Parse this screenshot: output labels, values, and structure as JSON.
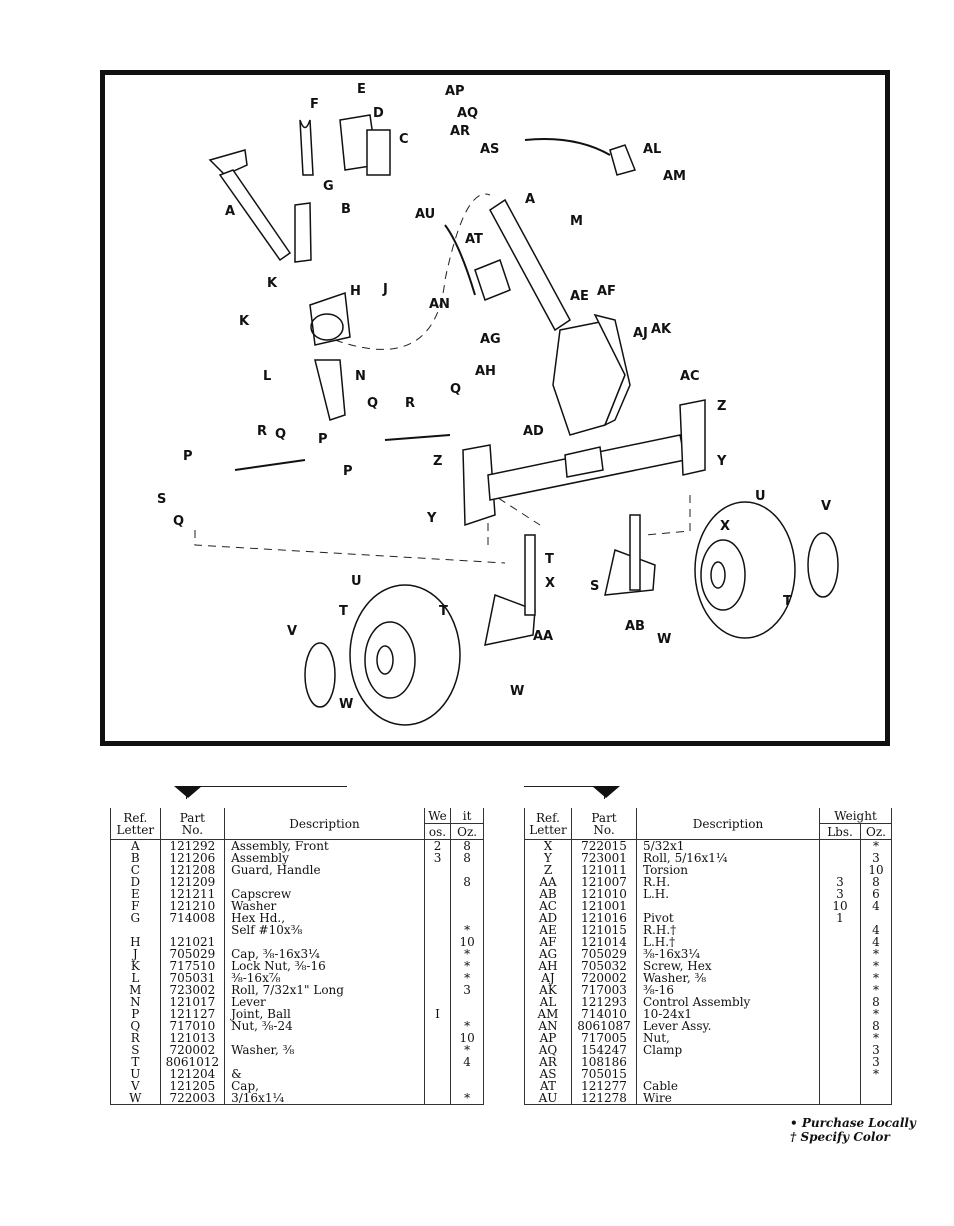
{
  "figure": {
    "callouts": [
      "A",
      "B",
      "C",
      "D",
      "E",
      "F",
      "G",
      "H",
      "J",
      "K",
      "K",
      "L",
      "M",
      "N",
      "P",
      "P",
      "P",
      "Q",
      "Q",
      "Q",
      "Q",
      "R",
      "R",
      "S",
      "S",
      "T",
      "T",
      "T",
      "T",
      "U",
      "U",
      "V",
      "V",
      "W",
      "W",
      "W",
      "X",
      "X",
      "Y",
      "Y",
      "Z",
      "Z",
      "AA",
      "AB",
      "AC",
      "AD",
      "AE",
      "AF",
      "AG",
      "AH",
      "AJ",
      "AK",
      "AL",
      "AM",
      "AN",
      "AP",
      "AQ",
      "AR",
      "AS",
      "AT",
      "AU",
      "A"
    ]
  },
  "left_table": {
    "headers": {
      "ref": "Ref.\nLetter",
      "part": "Part\nNo.",
      "description": "Description",
      "weight": "We",
      "lbs": "os.",
      "oz": "Oz.",
      "weight_partial": "it"
    },
    "rows": [
      {
        "ref": "A",
        "part": "121292",
        "desc": "Assembly, Front",
        "lbs": "2",
        "oz": "8"
      },
      {
        "ref": "B",
        "part": "121206",
        "desc": "Assembly",
        "lbs": "3",
        "oz": "8"
      },
      {
        "ref": "C",
        "part": "121208",
        "desc": "Guard, Handle",
        "lbs": "",
        "oz": ""
      },
      {
        "ref": "D",
        "part": "121209",
        "desc": "",
        "lbs": "",
        "oz": "8"
      },
      {
        "ref": "E",
        "part": "121211",
        "desc": "Capscrew",
        "lbs": "",
        "oz": ""
      },
      {
        "ref": "F",
        "part": "121210",
        "desc": "Washer",
        "lbs": "",
        "oz": ""
      },
      {
        "ref": "G",
        "part": "714008",
        "desc": "Hex Hd.,",
        "lbs": "",
        "oz": ""
      },
      {
        "ref": "",
        "part": "",
        "desc": "Self     #10x⅜",
        "lbs": "",
        "oz": "*"
      },
      {
        "ref": "H",
        "part": "121021",
        "desc": "",
        "lbs": "",
        "oz": "10"
      },
      {
        "ref": "J",
        "part": "705029",
        "desc": "Cap, ⅜-16x3¼",
        "lbs": "",
        "oz": "*"
      },
      {
        "ref": "K",
        "part": "717510",
        "desc": "Lock Nut,     ⅜-16",
        "lbs": "",
        "oz": "*"
      },
      {
        "ref": "L",
        "part": "705031",
        "desc": "⅜-16x⅞",
        "lbs": "",
        "oz": "*"
      },
      {
        "ref": "M",
        "part": "723002",
        "desc": "Roll, 7/32x1\" Long",
        "lbs": "",
        "oz": "3"
      },
      {
        "ref": "N",
        "part": "121017",
        "desc": "Lever",
        "lbs": "",
        "oz": ""
      },
      {
        "ref": "P",
        "part": "121127",
        "desc": "Joint, Ball",
        "lbs": "I",
        "oz": ""
      },
      {
        "ref": "Q",
        "part": "717010",
        "desc": "Nut,          ⅜-24",
        "lbs": "",
        "oz": "*"
      },
      {
        "ref": "R",
        "part": "121013",
        "desc": "",
        "lbs": "",
        "oz": "10"
      },
      {
        "ref": "S",
        "part": "720002",
        "desc": "Washer, ⅜",
        "lbs": "",
        "oz": "*"
      },
      {
        "ref": "T",
        "part": "8061012",
        "desc": "",
        "lbs": "",
        "oz": "4"
      },
      {
        "ref": "U",
        "part": "121204",
        "desc": "&",
        "lbs": "",
        "oz": ""
      },
      {
        "ref": "V",
        "part": "121205",
        "desc": "Cap,",
        "lbs": "",
        "oz": ""
      },
      {
        "ref": "W",
        "part": "722003",
        "desc": "3/16x1¼",
        "lbs": "",
        "oz": "*"
      }
    ]
  },
  "right_table": {
    "headers": {
      "ref": "Ref.\nLetter",
      "part": "Part\nNo.",
      "description": "Description",
      "weight": "Weight",
      "lbs": "Lbs.",
      "oz": "Oz."
    },
    "rows": [
      {
        "ref": "X",
        "part": "722015",
        "desc": "5/32x1",
        "lbs": "",
        "oz": "*"
      },
      {
        "ref": "Y",
        "part": "723001",
        "desc": "Roll, 5/16x1¼",
        "lbs": "",
        "oz": "3"
      },
      {
        "ref": "Z",
        "part": "121011",
        "desc": "Torsion",
        "lbs": "",
        "oz": "10"
      },
      {
        "ref": "AA",
        "part": "121007",
        "desc": "R.H.",
        "lbs": "3",
        "oz": "8"
      },
      {
        "ref": "AB",
        "part": "121010",
        "desc": "L.H.",
        "lbs": "3",
        "oz": "6"
      },
      {
        "ref": "AC",
        "part": "121001",
        "desc": "",
        "lbs": "10",
        "oz": "4"
      },
      {
        "ref": "AD",
        "part": "121016",
        "desc": "Pivot",
        "lbs": "1",
        "oz": ""
      },
      {
        "ref": "AE",
        "part": "121015",
        "desc": "R.H.†",
        "lbs": "",
        "oz": "4"
      },
      {
        "ref": "AF",
        "part": "121014",
        "desc": "L.H.†",
        "lbs": "",
        "oz": "4"
      },
      {
        "ref": "AG",
        "part": "705029",
        "desc": "⅜-16x3¼",
        "lbs": "",
        "oz": "*"
      },
      {
        "ref": "AH",
        "part": "705032",
        "desc": "Screw, Hex",
        "lbs": "",
        "oz": "*"
      },
      {
        "ref": "AJ",
        "part": "720002",
        "desc": "Washer, ⅜",
        "lbs": "",
        "oz": "*"
      },
      {
        "ref": "AK",
        "part": "717003",
        "desc": "⅜-16",
        "lbs": "",
        "oz": "*"
      },
      {
        "ref": "AL",
        "part": "121293",
        "desc": "Control Assembly",
        "lbs": "",
        "oz": "8"
      },
      {
        "ref": "AM",
        "part": "714010",
        "desc": "10-24x1",
        "lbs": "",
        "oz": "*"
      },
      {
        "ref": "AN",
        "part": "8061087",
        "desc": "Lever Assy.",
        "lbs": "",
        "oz": "8"
      },
      {
        "ref": "AP",
        "part": "717005",
        "desc": "Nut,",
        "lbs": "",
        "oz": "*"
      },
      {
        "ref": "AQ",
        "part": "154247",
        "desc": "Clamp",
        "lbs": "",
        "oz": "3"
      },
      {
        "ref": "AR",
        "part": "108186",
        "desc": "",
        "lbs": "",
        "oz": "3"
      },
      {
        "ref": "AS",
        "part": "705015",
        "desc": "",
        "lbs": "",
        "oz": "*"
      },
      {
        "ref": "AT",
        "part": "121277",
        "desc": "Cable",
        "lbs": "",
        "oz": ""
      },
      {
        "ref": "AU",
        "part": "121278",
        "desc": "Wire",
        "lbs": "",
        "oz": ""
      }
    ]
  },
  "footnotes": {
    "purchase": "• Purchase Locally",
    "color": "† Specify Color"
  }
}
